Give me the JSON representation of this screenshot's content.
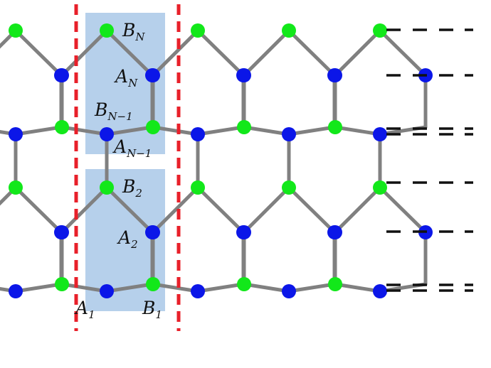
{
  "colors": {
    "background": "#ffffff",
    "cell_fill": "#a9c8e8",
    "bond": "#808080",
    "site_a": "#0b16e8",
    "site_b": "#12e81a",
    "boundary": "#e8202a",
    "dash": "#111111"
  },
  "labels": {
    "bn": {
      "main": "B",
      "sub": "N"
    },
    "an": {
      "main": "A",
      "sub": "N"
    },
    "bn1": {
      "main": "B",
      "sub": "N−1"
    },
    "an1": {
      "main": "A",
      "sub": "N−1"
    },
    "b2": {
      "main": "B",
      "sub": "2"
    },
    "a2": {
      "main": "A",
      "sub": "2"
    },
    "a1": {
      "main": "A",
      "sub": "1"
    },
    "b1": {
      "main": "B",
      "sub": "1"
    }
  },
  "spectrum_levels": [
    "single",
    "single",
    "double",
    "single",
    "single",
    "double"
  ]
}
